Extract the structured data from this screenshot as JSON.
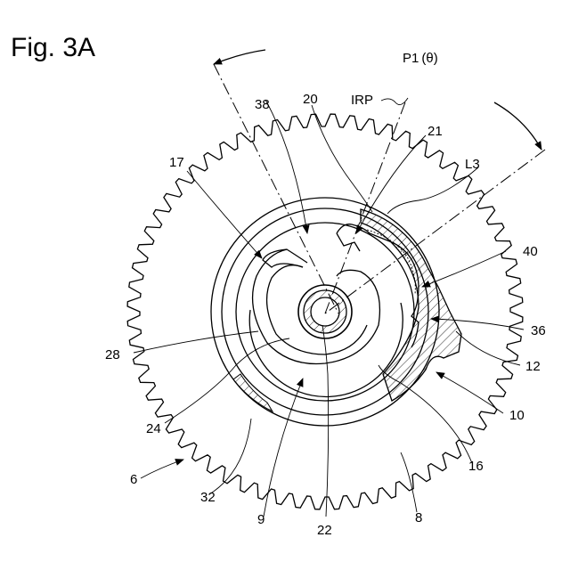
{
  "figure": {
    "title": "Fig. 3A"
  },
  "labels": {
    "p1": "P1 (θ)",
    "irp": "IRP",
    "l3": "L3",
    "r20": "20",
    "r21": "21",
    "r38": "38",
    "r17": "17",
    "r40": "40",
    "r36": "36",
    "r12": "12",
    "r10": "10",
    "r16": "16",
    "r8": "8",
    "r22": "22",
    "r9": "9",
    "r32": "32",
    "r6": "6",
    "r24": "24",
    "r28": "28"
  }
}
